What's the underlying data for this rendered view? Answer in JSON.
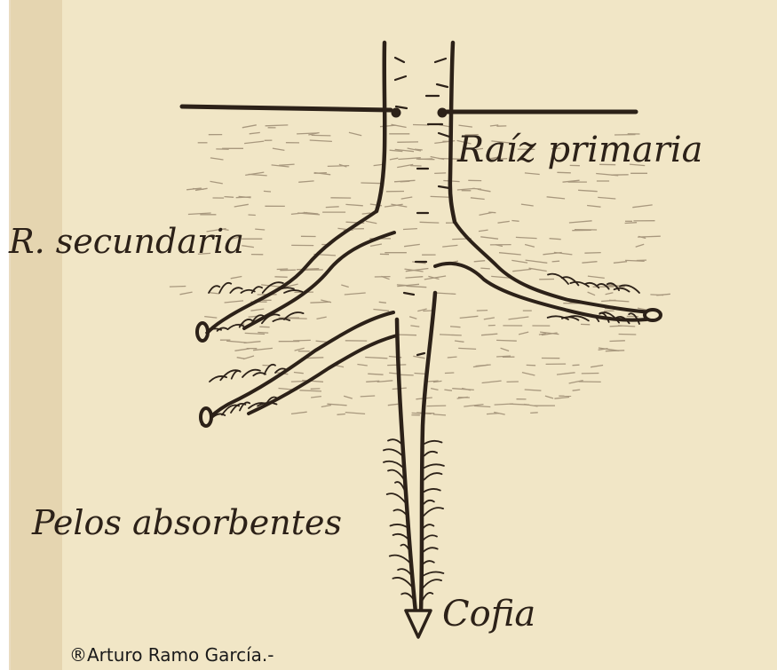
{
  "labels": {
    "primary_root": "Raíz primaria",
    "secondary_root": "R. secundaria",
    "root_hairs": "Pelos absorbentes",
    "root_cap": "Cofia"
  },
  "credit": "®Arturo Ramo García.-",
  "colors": {
    "paper": "#f1e6c6",
    "ink": "#2c2118",
    "left_edge_shadow": "#dcc9a0"
  }
}
